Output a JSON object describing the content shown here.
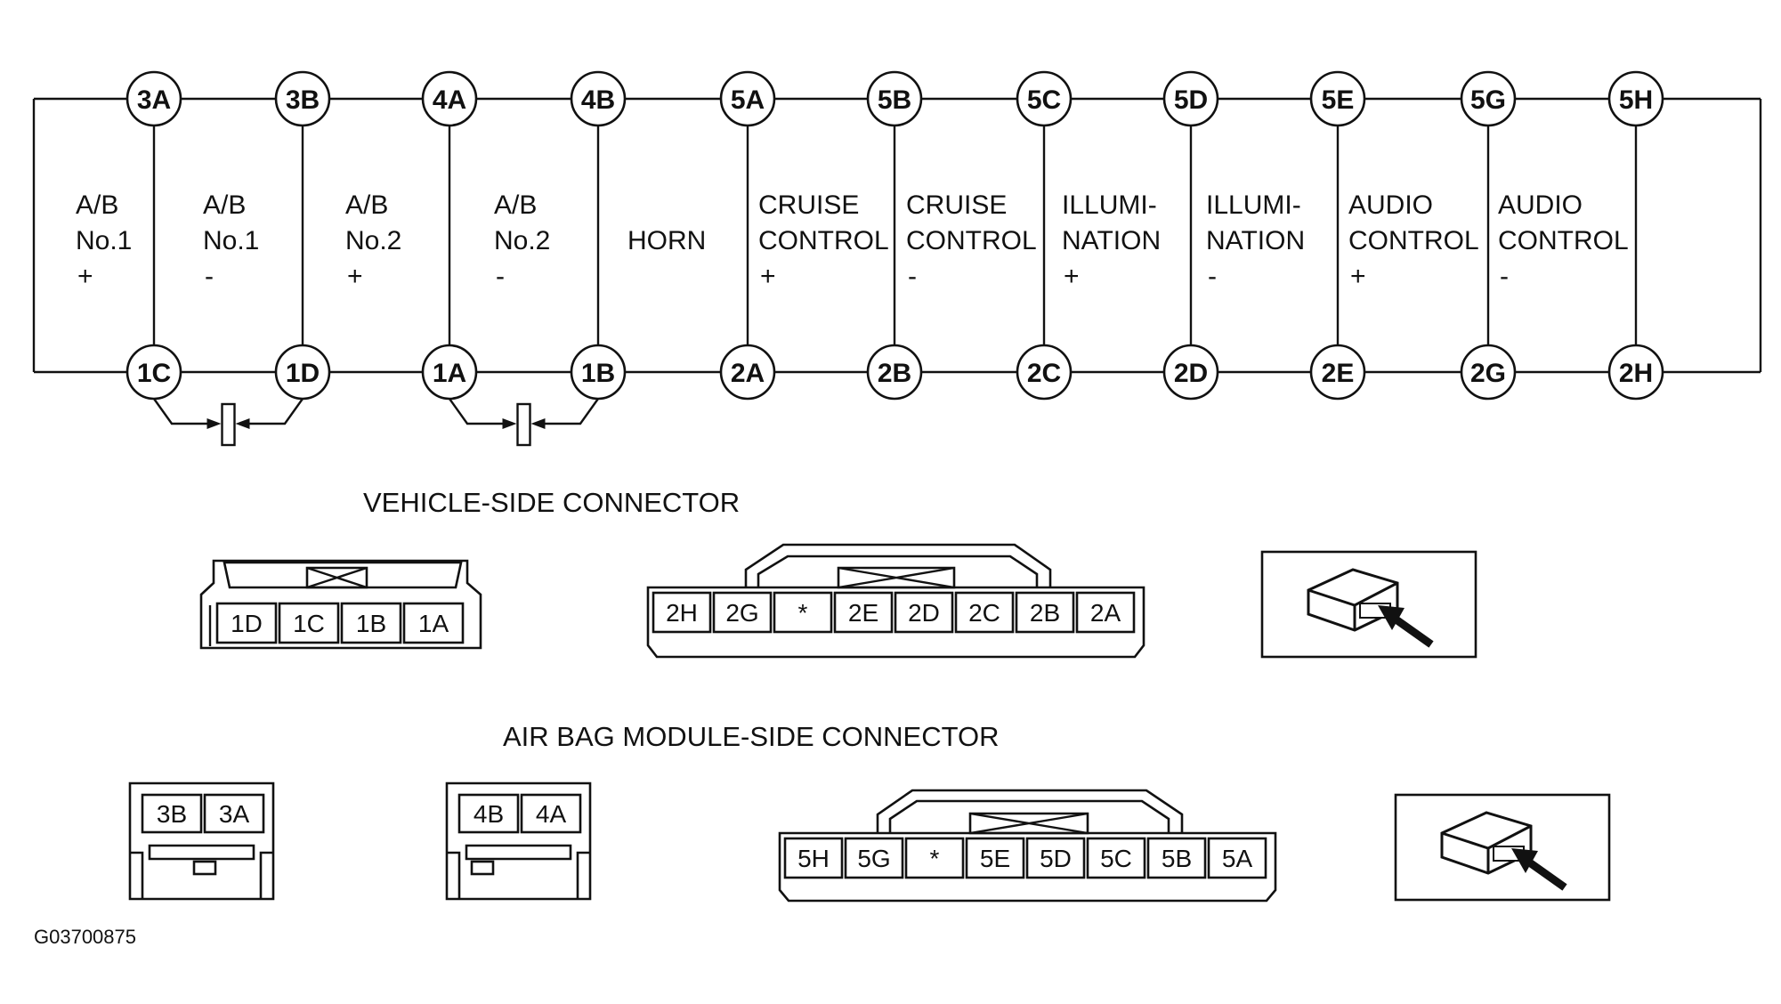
{
  "top_pins": [
    "3A",
    "3B",
    "4A",
    "4B",
    "5A",
    "5B",
    "5C",
    "5D",
    "5E",
    "5G",
    "5H"
  ],
  "bottom_pins": [
    "1C",
    "1D",
    "1A",
    "1B",
    "2A",
    "2B",
    "2C",
    "2D",
    "2E",
    "2G",
    "2H"
  ],
  "circuits": [
    {
      "lines": [
        "A/B",
        "No.1",
        "+"
      ]
    },
    {
      "lines": [
        "A/B",
        "No.1",
        "-"
      ]
    },
    {
      "lines": [
        "A/B",
        "No.2",
        "+"
      ]
    },
    {
      "lines": [
        "A/B",
        "No.2",
        "-"
      ]
    },
    {
      "lines": [
        "HORN"
      ]
    },
    {
      "lines": [
        "CRUISE",
        "CONTROL",
        "+"
      ]
    },
    {
      "lines": [
        "CRUISE",
        "CONTROL",
        "-"
      ]
    },
    {
      "lines": [
        "ILLUMI-",
        "NATION",
        "+"
      ]
    },
    {
      "lines": [
        "ILLUMI-",
        "NATION",
        "-"
      ]
    },
    {
      "lines": [
        "AUDIO",
        "CONTROL",
        "+"
      ]
    },
    {
      "lines": [
        "AUDIO",
        "CONTROL",
        "-"
      ]
    }
  ],
  "vehicle_side": {
    "heading": "VEHICLE-SIDE CONNECTOR",
    "connector_4pin": [
      "1D",
      "1C",
      "1B",
      "1A"
    ],
    "connector_8pin": [
      "2H",
      "2G",
      "*",
      "2E",
      "2D",
      "2C",
      "2B",
      "2A"
    ]
  },
  "airbag_side": {
    "heading": "AIR BAG MODULE-SIDE CONNECTOR",
    "connector_3": [
      "3B",
      "3A"
    ],
    "connector_4": [
      "4B",
      "4A"
    ],
    "connector_8pin": [
      "5H",
      "5G",
      "*",
      "5E",
      "5D",
      "5C",
      "5B",
      "5A"
    ]
  },
  "figure_id": "G03700875",
  "icons": [
    "connector-arrow-icon",
    "connector-arrow-icon"
  ]
}
